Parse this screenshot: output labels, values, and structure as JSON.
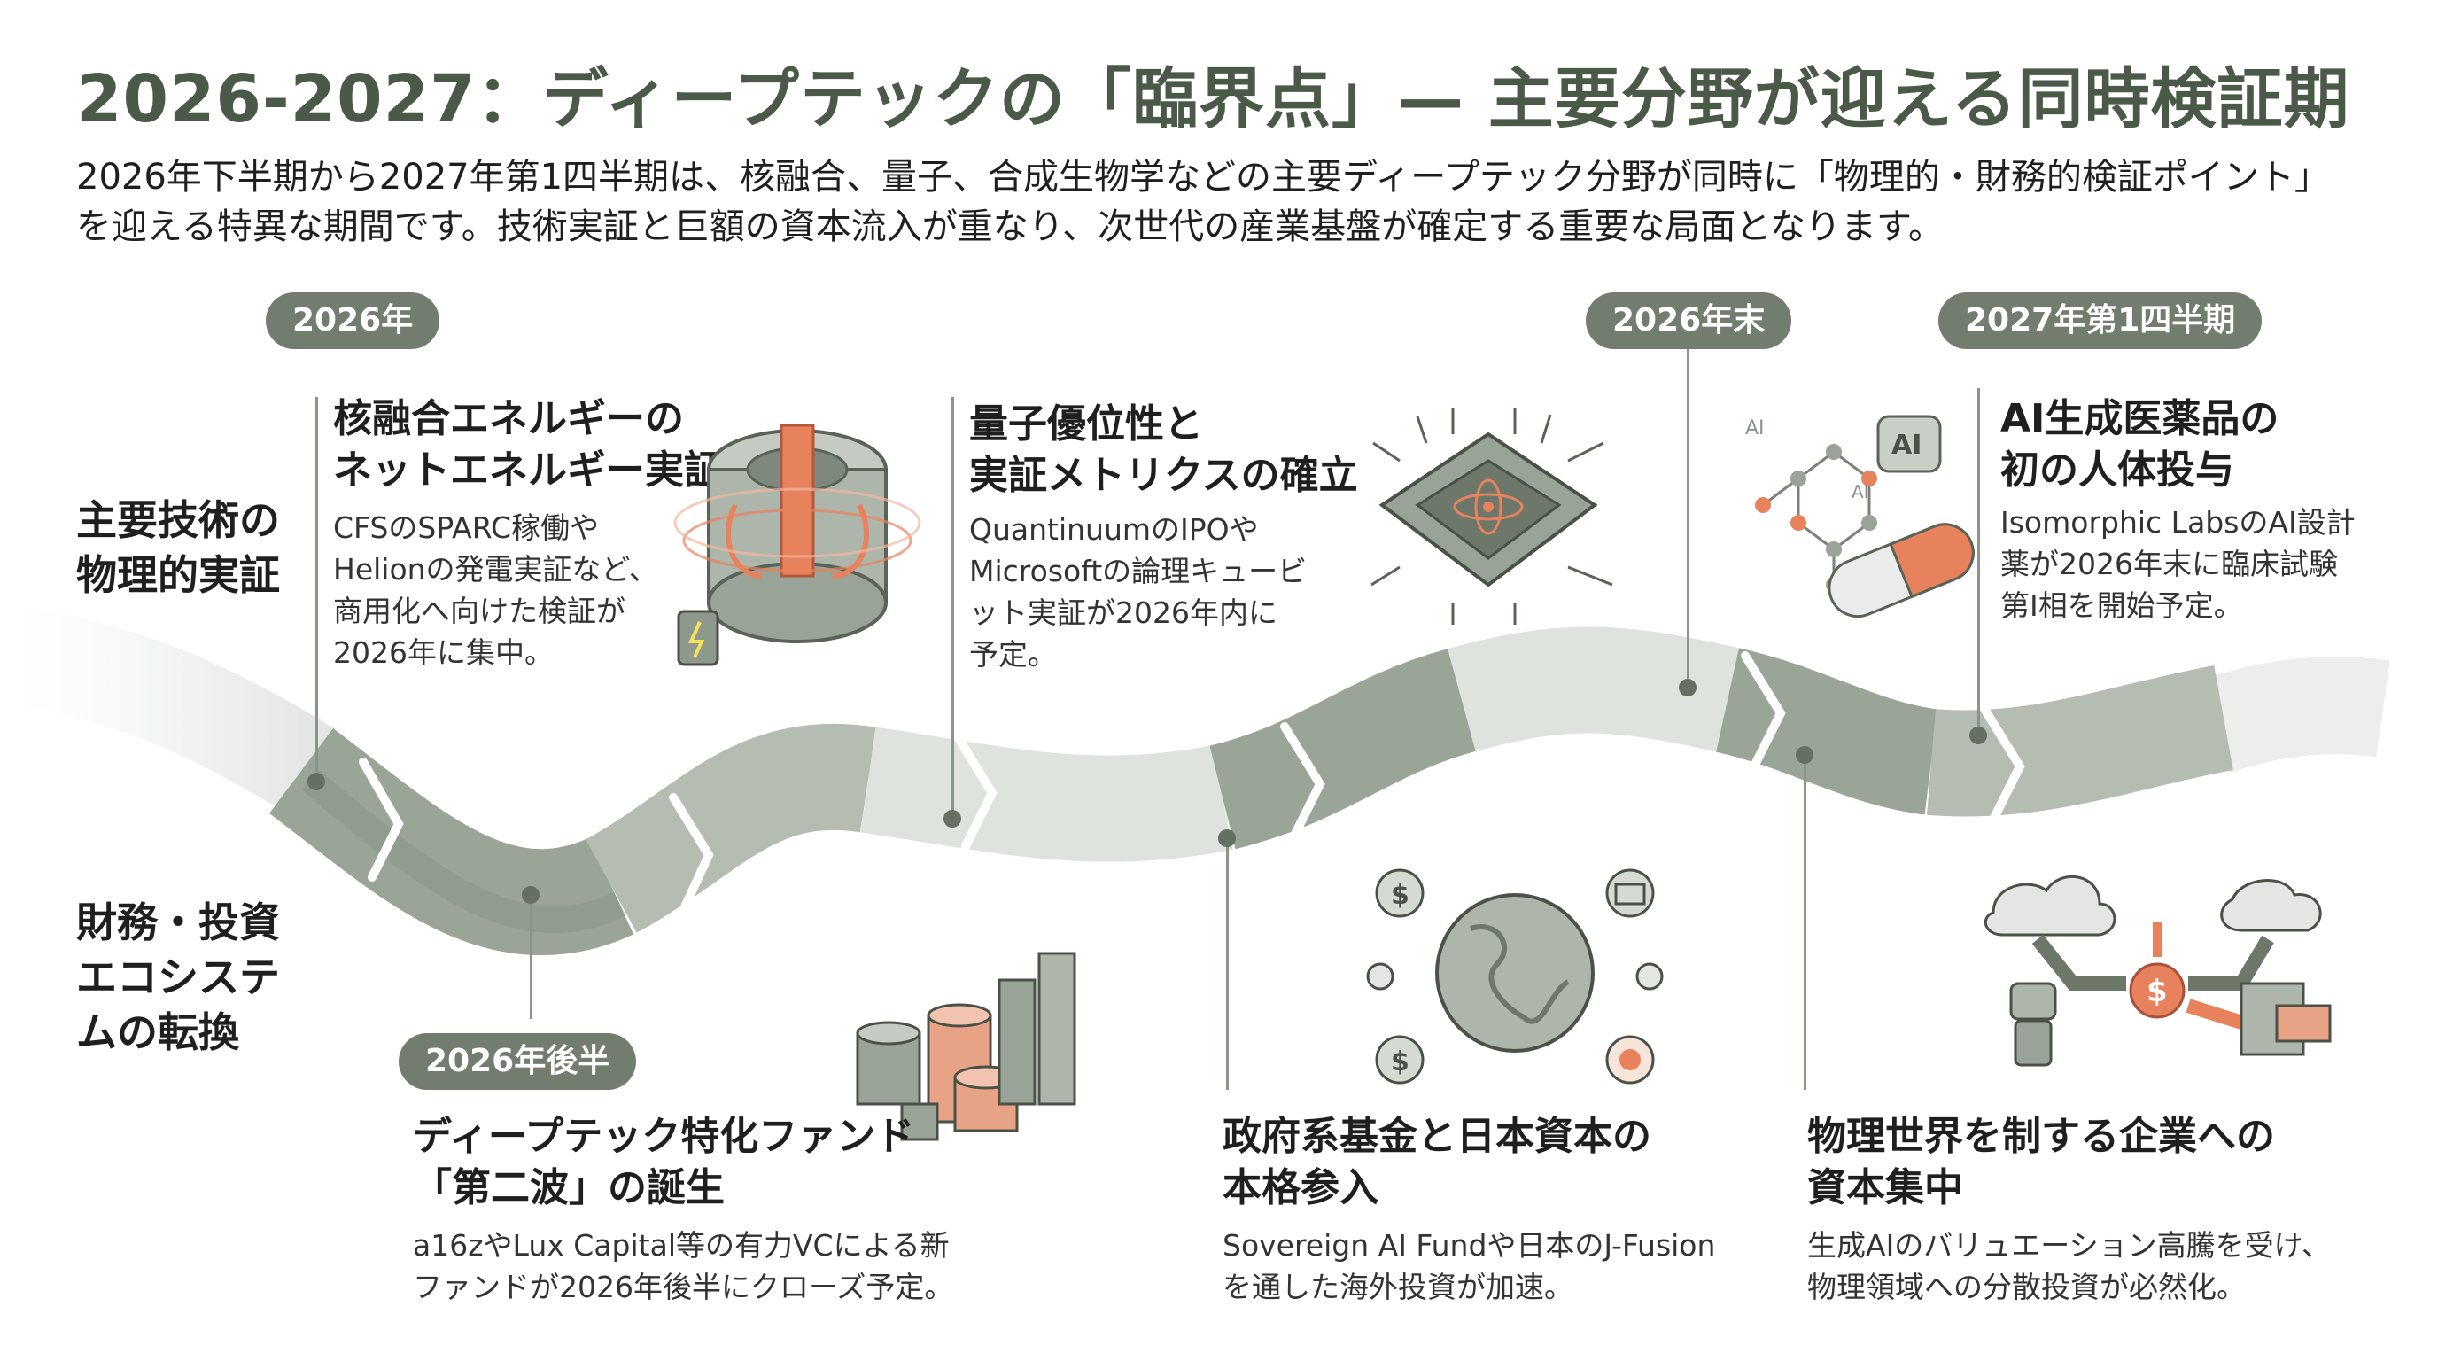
{
  "header": {
    "title": "2026-2027：ディープテックの「臨界点」— 主要分野が迎える同時検証期",
    "description_line1": "2026年下半期から2027年第1四半期は、核融合、量子、合成生物学などの主要ディープテック分野が同時に「物理的・財務的検証ポイント」",
    "description_line2": "を迎える特異な期間です。技術実証と巨額の資本流入が重なり、次世代の産業基盤が確定する重要な局面となります。"
  },
  "rows": {
    "tech_line1": "主要技術の",
    "tech_line2": "物理的実証",
    "finance_line1": "財務・投資",
    "finance_line2": "エコシステ",
    "finance_line3": "ムの転換"
  },
  "periods": {
    "p2026": "2026年",
    "p2026_late": "2026年後半",
    "p2026_end": "2026年末",
    "p2027_q1": "2027年第1四半期"
  },
  "cards": {
    "fusion": {
      "title1": "核融合エネルギーの",
      "title2": "ネットエネルギー実証",
      "body1": "CFSのSPARC稼働や",
      "body2": "Helionの発電実証など、",
      "body3": "商用化へ向けた検証が",
      "body4": "2026年に集中。"
    },
    "quantum": {
      "title1": "量子優位性と",
      "title2": "実証メトリクスの確立",
      "body1": "QuantinuumのIPOや",
      "body2": "Microsoftの論理キュービ",
      "body3": "ット実証が2026年内に",
      "body4": "予定。"
    },
    "ai_drug": {
      "title1": "AI生成医薬品の",
      "title2": "初の人体投与",
      "body1": "Isomorphic LabsのAI設計",
      "body2": "薬が2026年末に臨床試験",
      "body3": "第I相を開始予定。",
      "icon_label_ai": "AI"
    },
    "fund": {
      "title1": "ディープテック特化ファンド",
      "title2": "「第二波」の誕生",
      "body1": "a16zやLux Capital等の有力VCによる新",
      "body2": "ファンドが2026年後半にクローズ予定。"
    },
    "gov": {
      "title1": "政府系基金と日本資本の",
      "title2": "本格参入",
      "body1": "Sovereign AI Fundや日本のJ-Fusion",
      "body2": "を通した海外投資が加速。"
    },
    "physical": {
      "title1": "物理世界を制する企業への",
      "title2": "資本集中",
      "body1": "生成AIのバリュエーション高騰を受け、",
      "body2": "物理領域への分散投資が必然化。"
    }
  },
  "colors": {
    "accent": "#e8825d",
    "road": "#9aa597",
    "road_light": "#e3e6e2",
    "pill": "#727d6f",
    "title": "#4b5a48"
  },
  "icons": [
    "fusion-reactor-icon",
    "quantum-chip-icon",
    "molecule-pill-icon",
    "coin-stack-icon",
    "globe-icon",
    "robot-cloud-icon"
  ]
}
